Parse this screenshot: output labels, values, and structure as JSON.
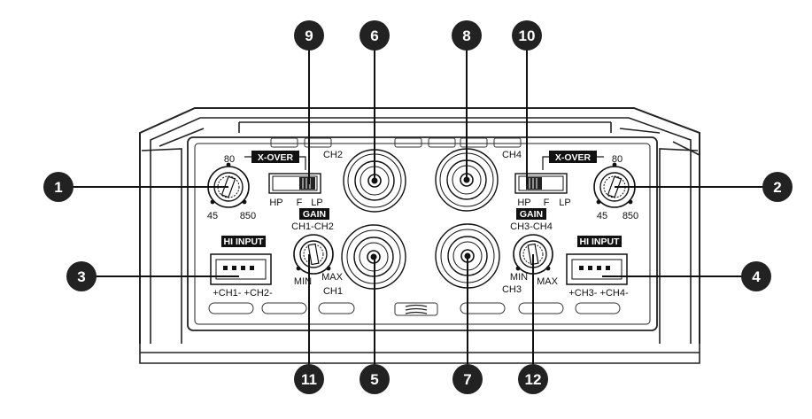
{
  "callouts": {
    "c1": "1",
    "c2": "2",
    "c3": "3",
    "c4": "4",
    "c5": "5",
    "c6": "6",
    "c7": "7",
    "c8": "8",
    "c9": "9",
    "c10": "10",
    "c11": "11",
    "c12": "12"
  },
  "left": {
    "xover_tag": "X-OVER",
    "xover_knob_top": "80",
    "xover_knob_min": "45",
    "xover_knob_max": "850",
    "switch_hp": "HP",
    "switch_f": "F",
    "switch_lp": "LP",
    "gain_tag": "GAIN",
    "gain_channels": "CH1-CH2",
    "gain_min": "MIN",
    "gain_max": "MAX",
    "hi_input_tag": "HI INPUT",
    "hi_input_pins": "+CH1- +CH2-",
    "rca_top": "CH2",
    "rca_bottom": "CH1"
  },
  "right": {
    "xover_tag": "X-OVER",
    "xover_knob_top": "80",
    "xover_knob_min": "45",
    "xover_knob_max": "850",
    "switch_hp": "HP",
    "switch_f": "F",
    "switch_lp": "LP",
    "gain_tag": "GAIN",
    "gain_channels": "CH3-CH4",
    "gain_min": "MIN",
    "gain_max": "MAX",
    "hi_input_tag": "HI INPUT",
    "hi_input_pins": "+CH3- +CH4-",
    "rca_top": "CH4",
    "rca_bottom": "CH3"
  },
  "colors": {
    "ink": "#111111",
    "callout_fill": "#222222",
    "panel_line": "#333333"
  }
}
